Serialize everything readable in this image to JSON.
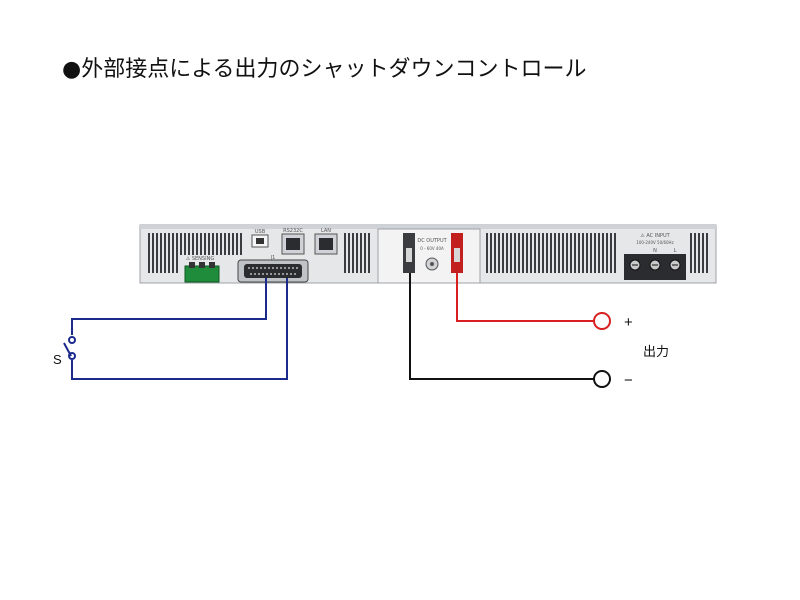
{
  "title": "●外部接点による出力のシャットダウンコントロール",
  "panel": {
    "usb_label": "USB",
    "rs232c_label": "RS232C",
    "lan_label": "LAN",
    "jsense_label": "J1",
    "sensing_label": "⚠ SENSING",
    "dc_output_label": "DC OUTPUT",
    "dc_output_sub": "0 - 60V 40A",
    "ac_input_label": "⚠ AC INPUT",
    "ac_input_sub": "100-240V 50/60Hz",
    "terminal_n": "N",
    "terminal_l": "L"
  },
  "switch": {
    "label": "S"
  },
  "output": {
    "plus": "+",
    "minus": "−",
    "label": "出力"
  },
  "colors": {
    "control_wire": "#1c2a8c",
    "plus_wire": "#d92020",
    "minus_wire": "#111111",
    "panel": "#e6e7e9"
  }
}
